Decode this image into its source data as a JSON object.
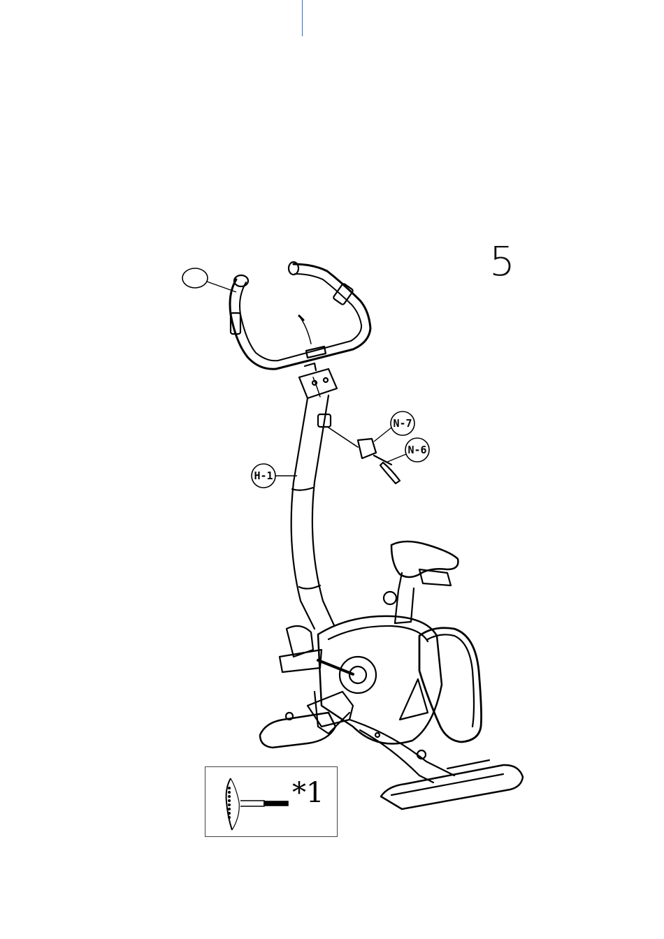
{
  "step": {
    "number": "5"
  },
  "callouts": [
    {
      "id": "blank",
      "label": ""
    },
    {
      "id": "H-1",
      "label": "H-1"
    },
    {
      "id": "N-7",
      "label": "N-7"
    },
    {
      "id": "N-6",
      "label": "N-6"
    }
  ],
  "inset": {
    "quantity": "*1"
  },
  "colors": {
    "line": "#000000",
    "accent_rule": "#4a6f9a"
  }
}
